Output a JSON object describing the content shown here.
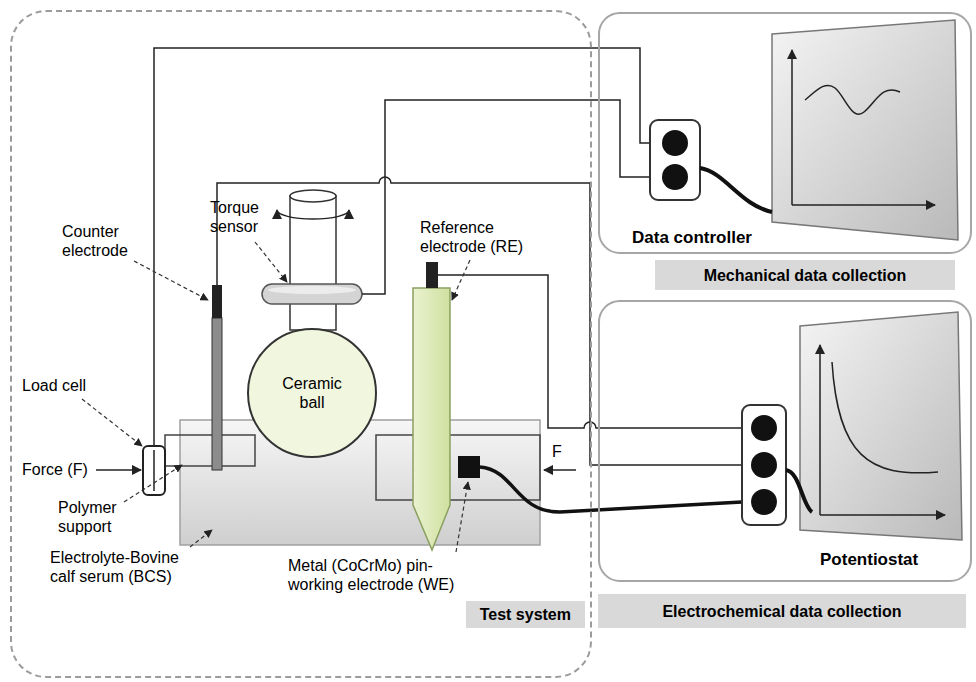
{
  "diagram": {
    "nodes": [
      {
        "text": [
          "Test system"
        ]
      },
      {
        "text": [
          "Ceramic ball"
        ],
        "in": 0
      },
      {
        "text": [
          "Data controller"
        ]
      },
      {
        "text": [
          "Mechanical data collection"
        ]
      },
      {
        "text": [
          "Potentiostat"
        ]
      },
      {
        "text": [
          "Electrochemical data collection"
        ]
      }
    ],
    "labels": [
      "Torque sensor",
      "Reference electrode (RE)",
      "Counter electrode",
      "Load cell",
      "Force (F)",
      "F",
      "Polymer support",
      "Electrolyte-Bovine calf serum (BCS)",
      "Metal (CoCrMo) pin-working electrode (WE)"
    ]
  }
}
